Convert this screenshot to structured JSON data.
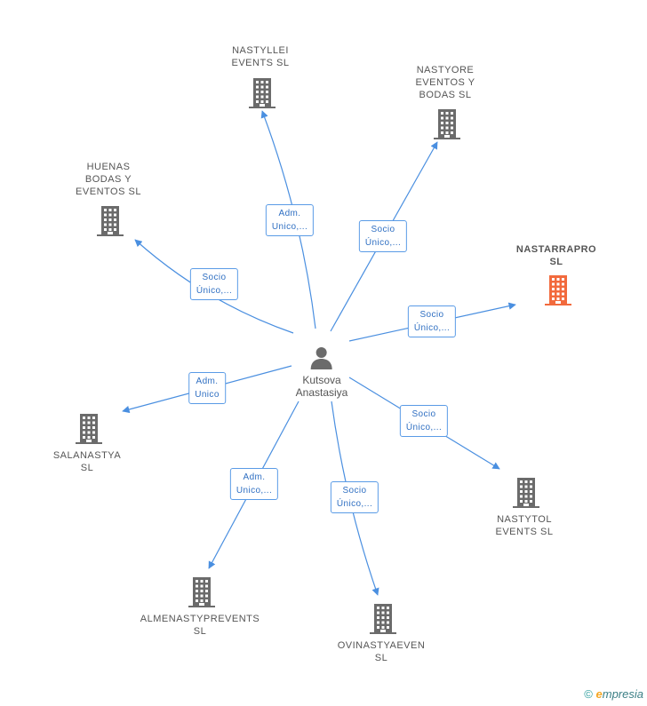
{
  "center": {
    "name": "Kutsova\nAnastasiya"
  },
  "nodes": [
    {
      "id": "nastyllei",
      "label": "NASTYLLEI\nEVENTS  SL",
      "focus": false
    },
    {
      "id": "nastyore",
      "label": "NASTYORE\nEVENTOS Y\nBODAS  SL",
      "focus": false
    },
    {
      "id": "huenas",
      "label": "HUENAS\nBODAS Y\nEVENTOS  SL",
      "focus": false
    },
    {
      "id": "nastarrapro",
      "label": "NASTARRAPRO\nSL",
      "focus": true
    },
    {
      "id": "salanastya",
      "label": "SALANASTYA\nSL",
      "focus": false
    },
    {
      "id": "nastytol",
      "label": "NASTYTOL\nEVENTS  SL",
      "focus": false
    },
    {
      "id": "almenastyprevents",
      "label": "ALMENASTYPREVENTS\nSL",
      "focus": false
    },
    {
      "id": "ovinastyaeven",
      "label": "OVINASTYAEVEN\nSL",
      "focus": false
    }
  ],
  "edges": [
    {
      "to": "nastyllei",
      "label": "Adm.\nUnico,..."
    },
    {
      "to": "nastyore",
      "label": "Socio\nÚnico,..."
    },
    {
      "to": "huenas",
      "label": "Socio\nÚnico,..."
    },
    {
      "to": "nastarrapro",
      "label": "Socio\nÚnico,..."
    },
    {
      "to": "salanastya",
      "label": "Adm.\nUnico"
    },
    {
      "to": "nastytol",
      "label": "Socio\nÚnico,..."
    },
    {
      "to": "almenastyprevents",
      "label": "Adm.\nUnico,..."
    },
    {
      "to": "ovinastyaeven",
      "label": "Socio\nÚnico,..."
    }
  ],
  "colors": {
    "edge": "#4a8fe0",
    "node": "#6b6b6b",
    "focus": "#f26a3d"
  },
  "icons": {
    "company": "building-icon",
    "person": "person-icon"
  },
  "footer": {
    "copyright": "©",
    "brand_initial": "e",
    "brand_rest": "mpresia"
  }
}
